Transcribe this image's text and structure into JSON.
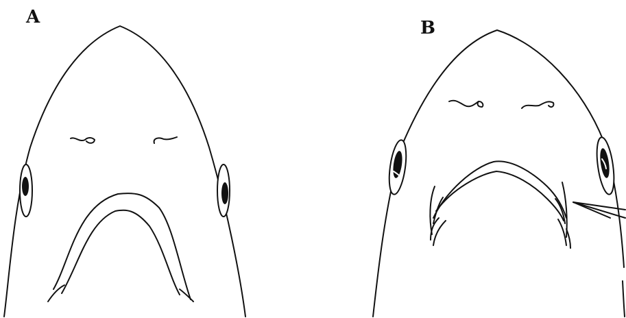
{
  "figure": {
    "panels": [
      {
        "id": "A",
        "label": "A"
      },
      {
        "id": "B",
        "label": "B"
      }
    ],
    "ink_color": "#111111",
    "background_color": "#ffffff"
  }
}
